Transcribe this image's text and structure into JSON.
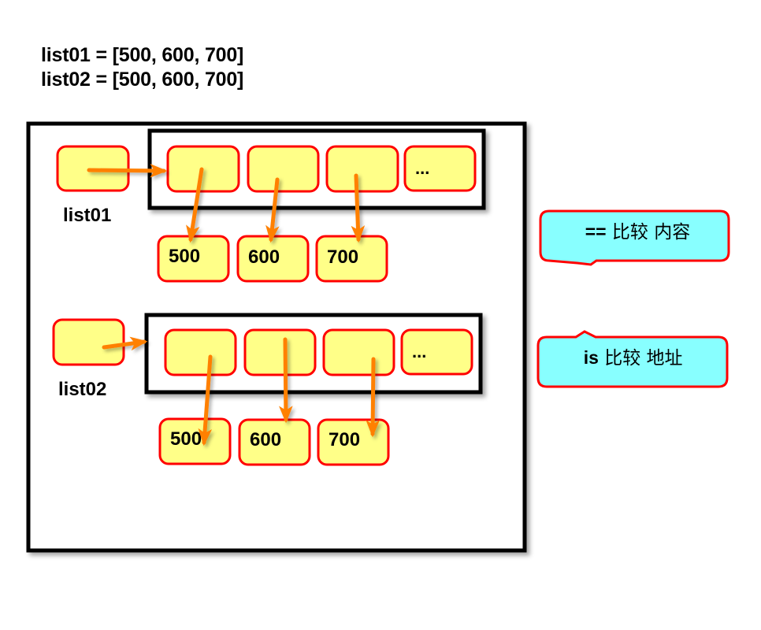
{
  "code": {
    "line1": "list01 = [500, 600, 700]",
    "line2": "list02 = [500, 600, 700]"
  },
  "lists": [
    {
      "name": "list01",
      "slots": [
        "",
        "",
        "",
        "..."
      ],
      "values": [
        "500",
        "600",
        "700"
      ]
    },
    {
      "name": "list02",
      "slots": [
        "",
        "",
        "",
        "..."
      ],
      "values": [
        "500",
        "600",
        "700"
      ]
    }
  ],
  "callouts": [
    {
      "op": "==",
      "text": " 比较 内容"
    },
    {
      "op": "is",
      "text": " 比较 地址"
    }
  ],
  "colors": {
    "cell_fill": "#ffff88",
    "cell_border": "#ff0000",
    "arrow": "#ff8000",
    "callout_fill": "#88ffff",
    "frame": "#000000"
  }
}
